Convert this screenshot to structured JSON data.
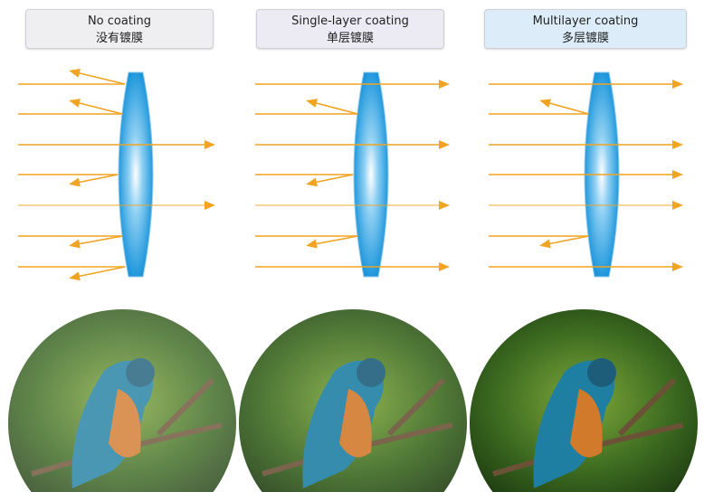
{
  "panels": [
    {
      "title_en": "No coating",
      "title_zh": "没有镀膜",
      "box_color": "#efeff1"
    },
    {
      "title_en": "Single-layer coating",
      "title_zh": "单层镀膜",
      "box_color": "#ecebf4"
    },
    {
      "title_en": "Multilayer coating",
      "title_zh": "多层镀膜",
      "box_color": "#dcedf9"
    }
  ],
  "colors": {
    "ray": "#f0a422",
    "lens": "#1a9be0"
  }
}
